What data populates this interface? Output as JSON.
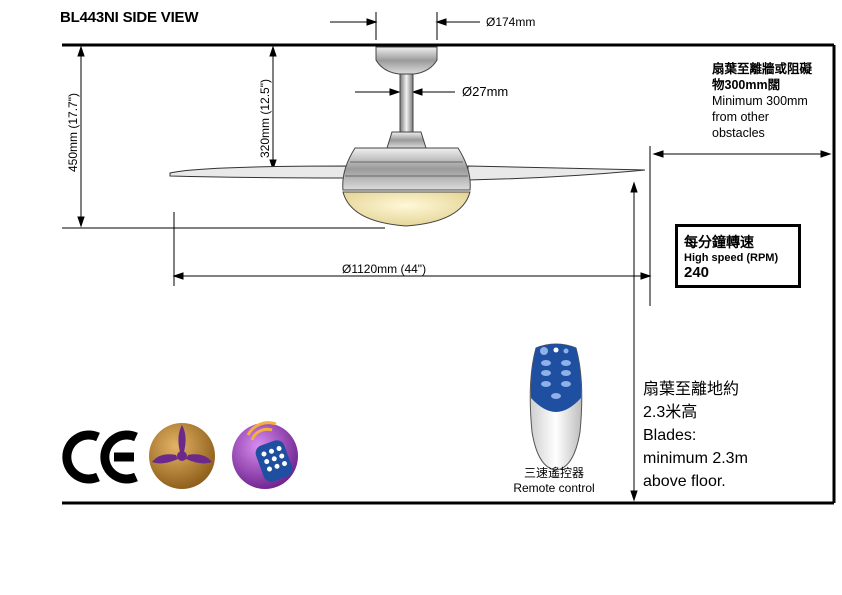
{
  "title": "BL443NI  SIDE VIEW",
  "dimensions": {
    "canopy_diameter": "Ø174mm",
    "downrod_diameter": "Ø27mm",
    "overall_height": "450mm (17.7\")",
    "downrod_height": "320mm (12.5\")",
    "blade_span": "Ø1120mm  (44\")"
  },
  "clearance_note": {
    "zh_line1": "扇葉至離牆或阻礙",
    "zh_line2": "物300mm闊",
    "en_line1": "Minimum 300mm",
    "en_line2": "from other",
    "en_line3": "obstacles"
  },
  "speed_box": {
    "zh": "每分鐘轉速",
    "en": "High  speed  (RPM)",
    "value": "240"
  },
  "floor_note": {
    "zh_line1": "扇葉至離地約",
    "zh_line2": "2.3米高",
    "en_line1": "Blades:",
    "en_line2": "minimum 2.3m",
    "en_line3": "above floor."
  },
  "remote": {
    "zh": "三速遙控器",
    "en": "Remote control"
  },
  "icons": [
    "ce-mark-icon",
    "fan-blades-icon",
    "remote-signal-icon"
  ],
  "colors": {
    "remote_blue": "#1f4fa0",
    "fan_icon_gold": "#b8862e",
    "remote_icon_purple": "#9b3fb8",
    "light_glow": "#f3e7b5"
  }
}
